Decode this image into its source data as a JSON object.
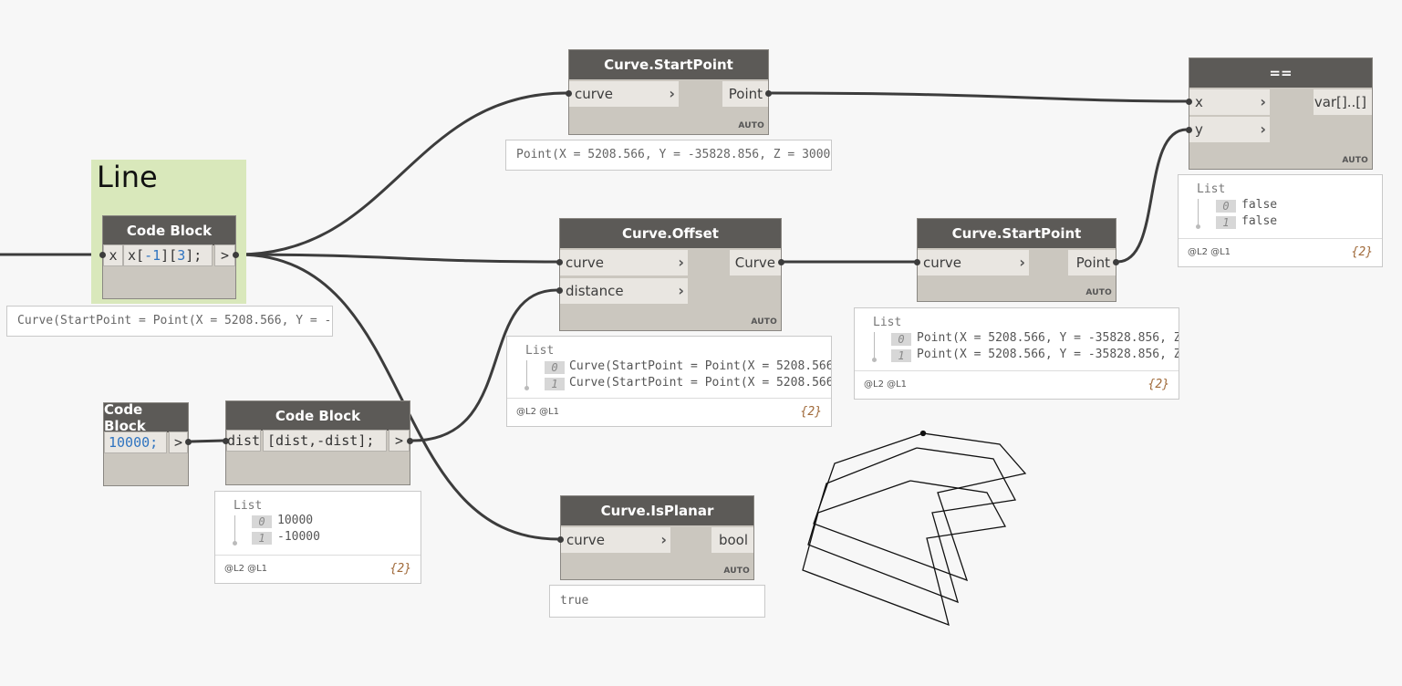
{
  "group": {
    "title": "Line"
  },
  "nodes": {
    "cb_main": {
      "title": "Code Block",
      "input": "x",
      "code": {
        "a": "x[",
        "b": "-1",
        "c": "][",
        "d": "3",
        "e": "];"
      },
      "output": ">"
    },
    "cb_num": {
      "title": "Code Block",
      "code": "10000;",
      "output": ">"
    },
    "cb_dist": {
      "title": "Code Block",
      "input": "dist",
      "code": "[dist,-dist];",
      "output": ">"
    },
    "sp1": {
      "title": "Curve.StartPoint",
      "input": "curve",
      "output": "Point",
      "lacing": "AUTO"
    },
    "offset": {
      "title": "Curve.Offset",
      "input1": "curve",
      "input2": "distance",
      "output": "Curve",
      "lacing": "AUTO"
    },
    "sp2": {
      "title": "Curve.StartPoint",
      "input": "curve",
      "output": "Point",
      "lacing": "AUTO"
    },
    "eq": {
      "title": "==",
      "input1": "x",
      "input2": "y",
      "output": "var[]..[]",
      "lacing": "AUTO"
    },
    "planar": {
      "title": "Curve.IsPlanar",
      "input": "curve",
      "output": "bool",
      "lacing": "AUTO"
    }
  },
  "previews": {
    "cb_main": "Curve(StartPoint = Point(X = 5208.566, Y = -",
    "sp1": "Point(X = 5208.566, Y = -35828.856, Z = 3000",
    "planar": "true",
    "dist": {
      "title": "List",
      "items": [
        "10000",
        "-10000"
      ],
      "indices": [
        "0",
        "1"
      ],
      "levels": "@L2 @L1",
      "count": "{2}"
    },
    "offset": {
      "title": "List",
      "items": [
        "Curve(StartPoint = Point(X = 5208.566",
        "Curve(StartPoint = Point(X = 5208.566"
      ],
      "indices": [
        "0",
        "1"
      ],
      "levels": "@L2 @L1",
      "count": "{2}"
    },
    "sp2": {
      "title": "List",
      "items": [
        "Point(X = 5208.566, Y = -35828.856, Z",
        "Point(X = 5208.566, Y = -35828.856, Z"
      ],
      "indices": [
        "0",
        "1"
      ],
      "levels": "@L2 @L1",
      "count": "{2}"
    },
    "eq": {
      "title": "List",
      "items": [
        "false",
        "false"
      ],
      "indices": [
        "0",
        "1"
      ],
      "levels": "@L2 @L1",
      "count": "{2}"
    }
  },
  "colors": {
    "wire": "#3c3c3c",
    "node_header": "#5c5a57",
    "node_body": "#cbc7bf",
    "group": "#d9e8bb",
    "number": "#2f74c0"
  }
}
